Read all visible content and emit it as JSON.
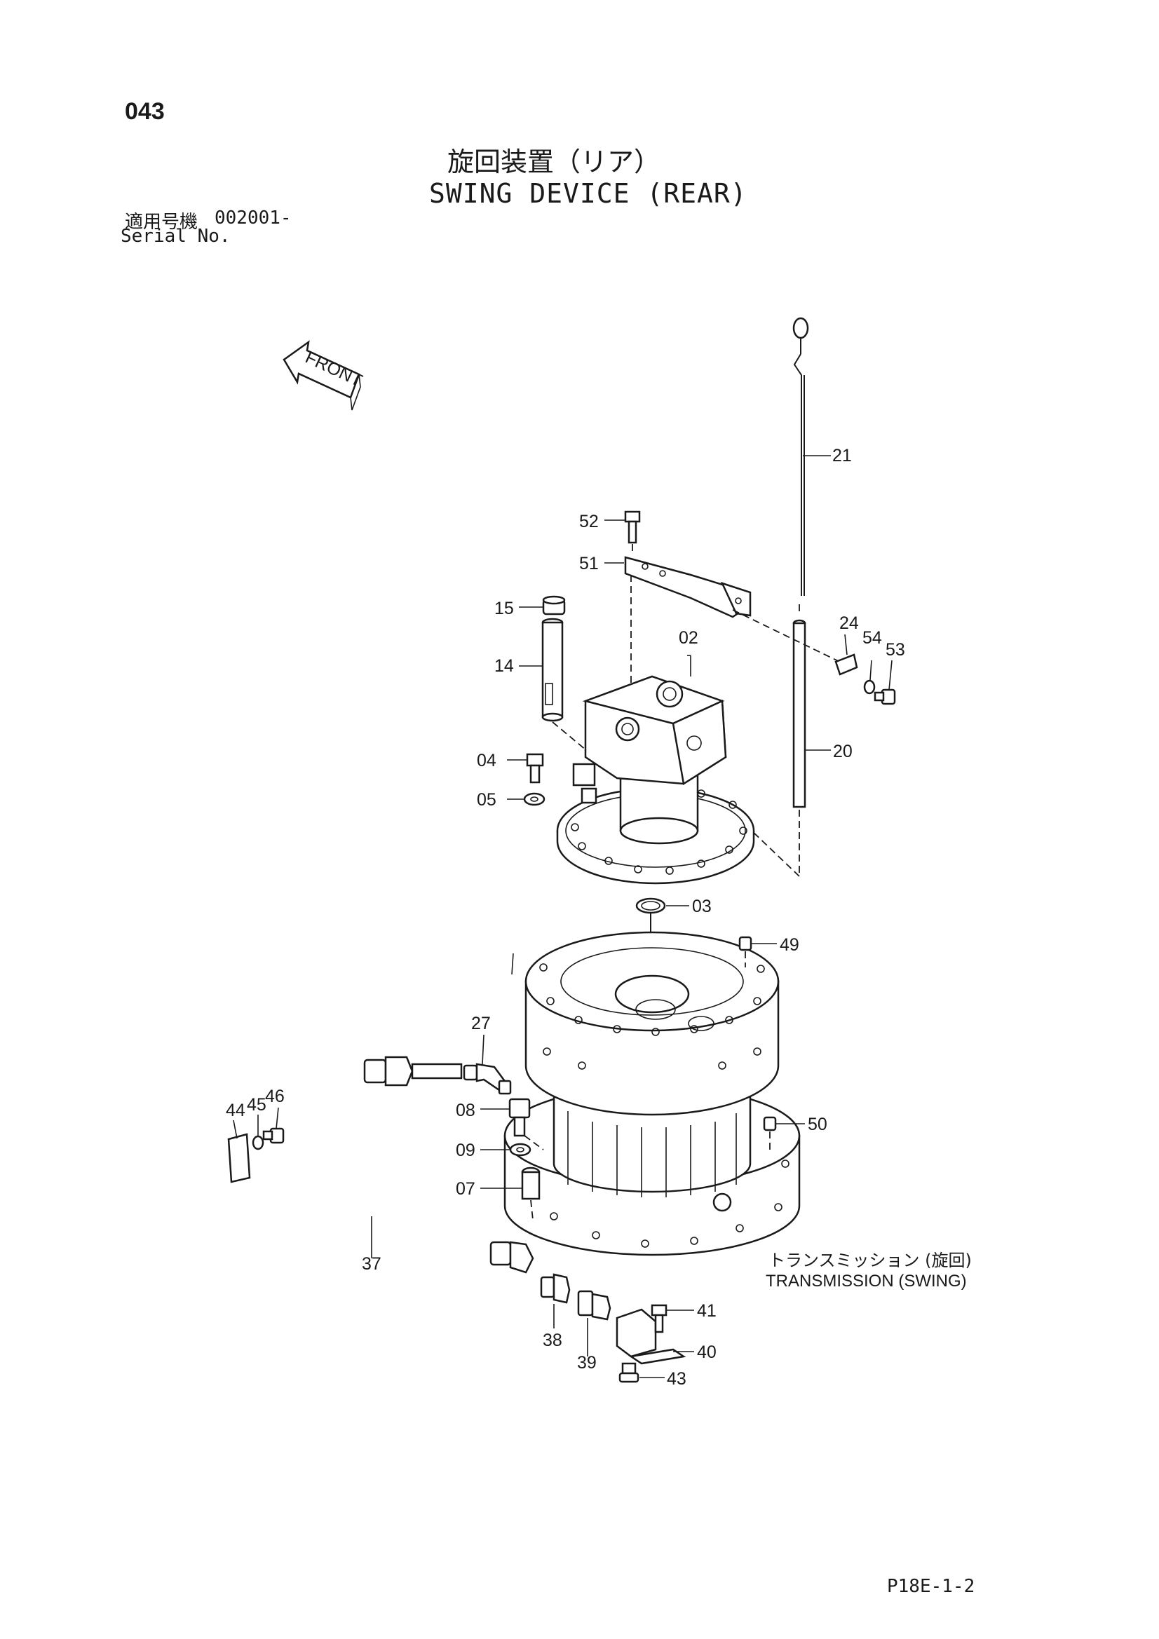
{
  "header": {
    "page_no": "043",
    "title_jp": "旋回装置（リア）",
    "title_en": "SWING DEVICE (REAR)",
    "serial_label_jp": "適用号機",
    "serial_value": "002001-",
    "serial_label_en": "Serial No."
  },
  "front_label": "FRONT",
  "transmission": {
    "label_jp": "トランスミッション (旋回)",
    "label_en": "TRANSMISSION (SWING)"
  },
  "callouts": {
    "c21": "21",
    "c52": "52",
    "c51": "51",
    "c15": "15",
    "c14": "14",
    "c02": "02",
    "c24": "24",
    "c54": "54",
    "c53": "53",
    "c04": "04",
    "c05": "05",
    "c20": "20",
    "c03": "03",
    "c49": "49",
    "c27": "27",
    "c44": "44",
    "c45": "45",
    "c46": "46",
    "c08": "08",
    "c09": "09",
    "c07": "07",
    "c50": "50",
    "c37": "37",
    "c38": "38",
    "c39": "39",
    "c41": "41",
    "c40": "40",
    "c43": "43"
  },
  "footer": "P18E-1-2"
}
